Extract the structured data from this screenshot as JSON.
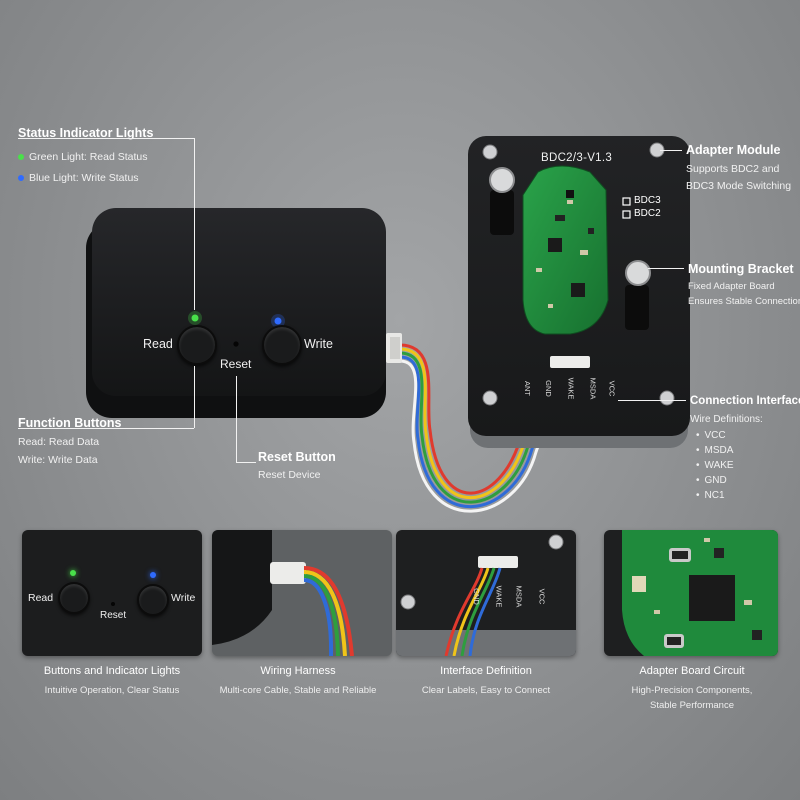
{
  "callouts": {
    "status": {
      "title": "Status Indicator Lights",
      "green": "Green Light: Read Status",
      "blue": "Blue Light: Write Status"
    },
    "function_buttons": {
      "title": "Function Buttons",
      "read": "Read: Read Data",
      "write": "Write: Write Data"
    },
    "reset_button": {
      "title": "Reset Button",
      "sub": "Reset Device"
    },
    "adapter_module": {
      "title": "Adapter Module",
      "line1": "Supports BDC2 and",
      "line2": "BDC3 Mode Switching"
    },
    "mounting_bracket": {
      "title": "Mounting Bracket",
      "line1": "Fixed Adapter Board",
      "line2": "Ensures Stable Connection"
    },
    "connection_interface": {
      "title": "Connection Interface",
      "sub": "Wire Definitions:",
      "wires": [
        "VCC",
        "MSDA",
        "WAKE",
        "GND",
        "NC1"
      ]
    }
  },
  "device": {
    "read_label": "Read",
    "write_label": "Write",
    "reset_label": "Reset"
  },
  "adapter": {
    "board_title": "BDC2/3-V1.3",
    "mode1": "BDC3",
    "mode2": "BDC2",
    "pins": [
      "ANT",
      "GND",
      "WAKE",
      "MSDA",
      "VCC"
    ]
  },
  "panels": [
    {
      "title": "Buttons and Indicator Lights",
      "sub": "Intuitive Operation, Clear Status",
      "read": "Read",
      "write": "Write",
      "reset": "Reset"
    },
    {
      "title": "Wiring Harness",
      "sub": "Multi-core Cable, Stable and Reliable"
    },
    {
      "title": "Interface Definition",
      "sub": "Clear Labels, Easy to Connect",
      "pins": [
        "GND",
        "WAKE",
        "MSDA",
        "VCC"
      ]
    },
    {
      "title": "Adapter Board Circuit",
      "sub1": "High-Precision Components,",
      "sub2": "Stable Performance"
    }
  ],
  "colors": {
    "background": "#8d8f91",
    "device_body": "#1c1d1e",
    "pcb_green": "#1f8a3c",
    "led_green": "#49e04a",
    "led_blue": "#2f6bff",
    "wire_colors": [
      "#e03a2e",
      "#f0c419",
      "#2e9e3e",
      "#2f6bd8",
      "#ffffff"
    ]
  }
}
